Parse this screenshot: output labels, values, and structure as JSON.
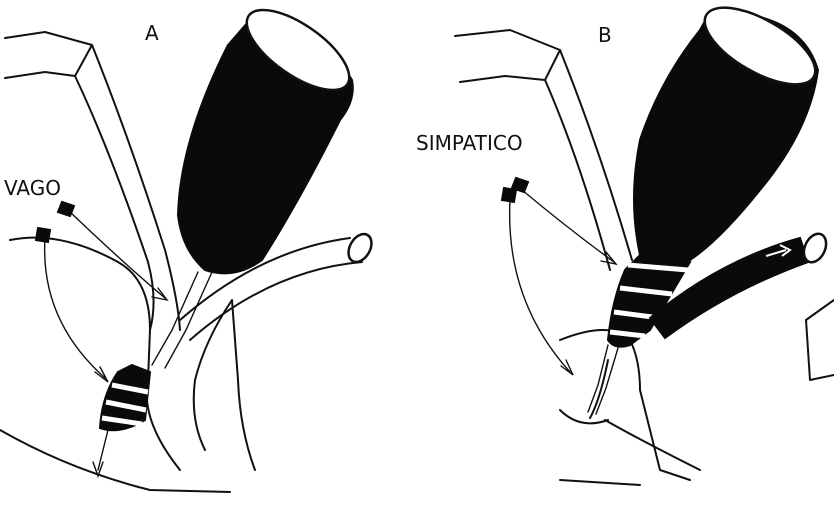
{
  "panels": [
    {
      "letter": "A",
      "nerve_label": "VAGO"
    },
    {
      "letter": "B",
      "nerve_label": "SIMPATICO"
    }
  ],
  "colors": {
    "ink": "#0a0a0a",
    "paper": "#ffffff"
  }
}
